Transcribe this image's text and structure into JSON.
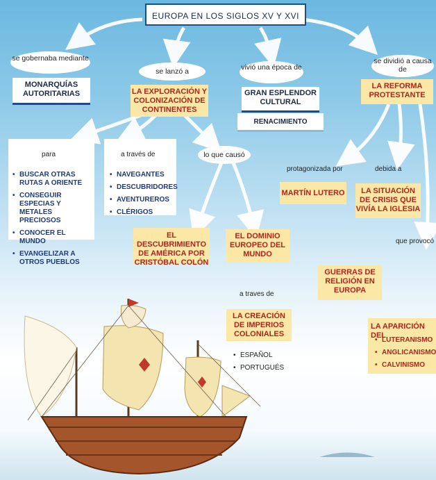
{
  "title": "EUROPA EN LOS SIGLOS XV Y XVI",
  "connectors": {
    "se_gobernaba": "se gobernaba mediante",
    "se_lanzo": "se lanzó a",
    "vivio": "vivió una época de",
    "se_dividio": "se dividió a causa de",
    "para": "para",
    "a_traves_de": "a través de",
    "lo_que_causo": "lo que causó",
    "protagonizada_por": "protagonizada por",
    "debida_a": "debida a",
    "que_provoco": "que provocó",
    "a_traves_de_2": "a traves de"
  },
  "nodes": {
    "monarquias": "MONARQUÍAS AUTORITARIAS",
    "exploracion": "LA EXPLORACIÓN Y COLONIZACIÓN DE CONTINENTES",
    "esplendor": "GRAN ESPLENDOR CULTURAL",
    "renacimiento": "RENACIMIENTO",
    "reforma": "LA REFORMA PROTESTANTE",
    "lutero": "MARTÍN LUTERO",
    "crisis": "LA SITUACIÓN DE CRISIS QUE VIVÍA LA IGLESIA",
    "descubrimiento": "EL DESCUBRIMIENTO DE AMÉRICA POR CRISTÓBAL COLÓN",
    "dominio": "EL DOMINIO EUROPEO DEL MUNDO",
    "guerras": "GUERRAS DE RELIGIÓN EN EUROPA",
    "imperios": "LA CREACIÓN DE IMPERIOS COLONIALES",
    "aparicion": "LA APARICIÓN DEL"
  },
  "lists": {
    "para": [
      "BUSCAR OTRAS RUTAS A ORIENTE",
      "CONSEGUIR ESPECIAS Y METALES PRECIOSOS",
      "CONOCER EL MUNDO",
      "EVANGELIZAR A OTROS PUEBLOS"
    ],
    "a_traves_de": [
      "NAVEGANTES",
      "DESCUBRIDORES",
      "AVENTUREROS",
      "CLÉRIGOS"
    ],
    "imperios": [
      "ESPAÑOL",
      "PORTUGUÉS"
    ],
    "aparicion": [
      "LUTERANISMO",
      "ANGLICANISMO",
      "CALVINISMO"
    ]
  },
  "colors": {
    "title_border": "#1e4d86",
    "yellow_box": "#fbe8a6",
    "red_text": "#b1231d",
    "blue_text": "#1d3a7a",
    "sky": "#8cc9e8"
  }
}
